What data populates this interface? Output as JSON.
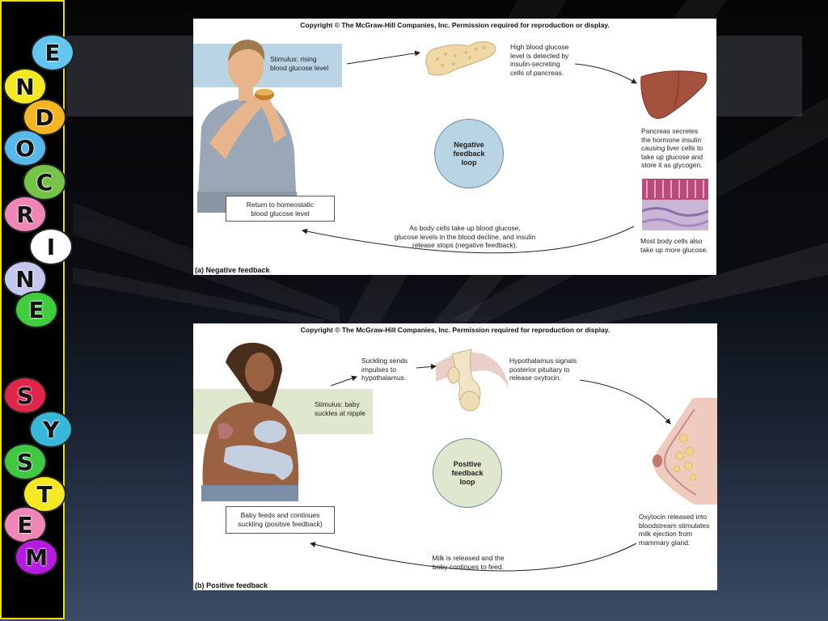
{
  "letter_strip": {
    "word1": [
      {
        "letter": "E",
        "color": "#62c6f0"
      },
      {
        "letter": "N",
        "color": "#f3e923"
      },
      {
        "letter": "D",
        "color": "#f5b622"
      },
      {
        "letter": "O",
        "color": "#58b8ea"
      },
      {
        "letter": "C",
        "color": "#76c447"
      },
      {
        "letter": "R",
        "color": "#ef86b6"
      },
      {
        "letter": "I",
        "color": "#ffffff"
      },
      {
        "letter": "N",
        "color": "#c3c7ee"
      },
      {
        "letter": "E",
        "color": "#3fcd3f"
      }
    ],
    "word2": [
      {
        "letter": "S",
        "color": "#e0264a"
      },
      {
        "letter": "Y",
        "color": "#38b8d8"
      },
      {
        "letter": "S",
        "color": "#40c843"
      },
      {
        "letter": "T",
        "color": "#f4e923"
      },
      {
        "letter": "E",
        "color": "#ef86b6"
      },
      {
        "letter": "M",
        "color": "#b81be0"
      }
    ]
  },
  "colors": {
    "strip_border": "#f0e000",
    "stimulus_blue": "#b9d4e4",
    "stimulus_green": "#dfe8cf",
    "loop_fill": "#b9d4e4",
    "loop_fill_positive": "#dfe8cf"
  },
  "negative_panel": {
    "copyright": "Copyright © The McGraw-Hill Companies, Inc. Permission required for reproduction or display.",
    "stimulus": "Stimulus: rising\nblood glucose level",
    "pancreas_text": "High blood glucose\nlevel is detected by\ninsulin-secreting\ncells of pancreas.",
    "liver_text": "Pancreas secretes\nthe hormone insulin\ncausing liver cells to\ntake up glucose and\nstore it as glycogen.",
    "cells_text": "Most body cells also\ntake up more glucose.",
    "bottom_text": "As body cells take up blood glucose,\nglucose levels in the blood decline, and insulin\nrelease stops (negative feedback).",
    "return_box": "Return to homeostatic\nblood glucose level",
    "loop_label": "Negative\nfeedback\nloop",
    "caption": "(a) Negative feedback"
  },
  "positive_panel": {
    "copyright": "Copyright © The McGraw-Hill Companies, Inc. Permission required for reproduction or display.",
    "suckling_text": "Suckling sends\nimpulses to\nhypothalamus.",
    "hypothalamus_text": "Hypothalamus signals\nposterior pituitary to\nrelease oxytocin.",
    "stimulus": "Stimulus: baby\nsuckles at nipple",
    "oxytocin_text": "Oxytocin released into\nbloodstream stimulates\nmilk ejection from\nmammary gland.",
    "bottom_text": "Milk is released and the\nbaby continues to feed.",
    "baby_box": "Baby feeds and continues\nsuckling (positive feedback)",
    "loop_label": "Positive\nfeedback\nloop",
    "caption": "(b) Positive feedback"
  }
}
